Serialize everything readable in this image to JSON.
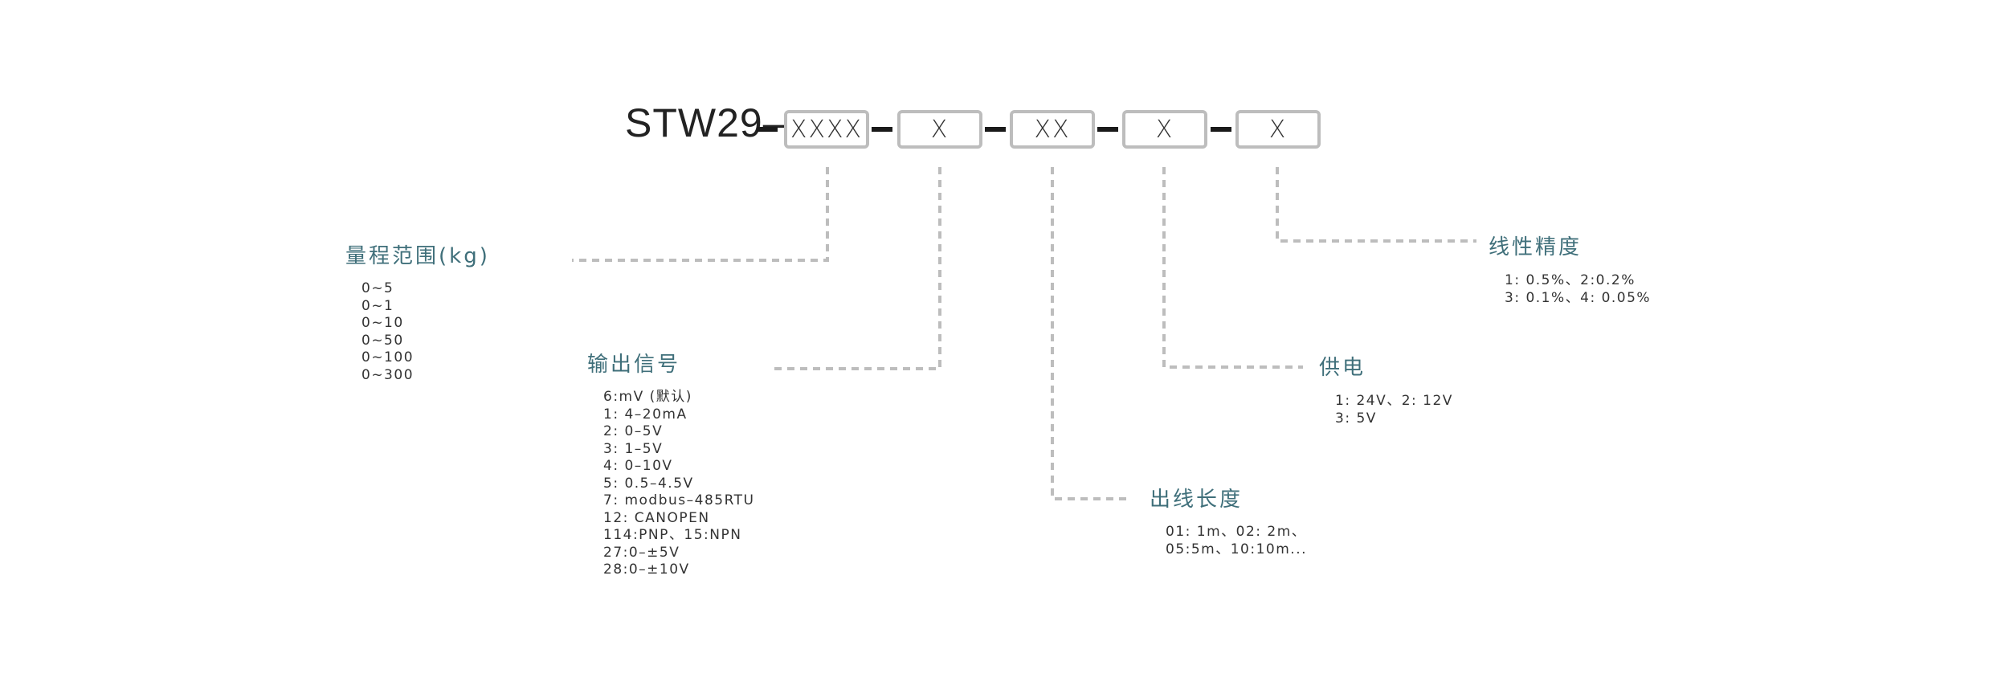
{
  "model": {
    "prefix": "STW29–",
    "segments": [
      {
        "code": "XXXX",
        "title": "量程范围(kg)",
        "options": [
          "0~5",
          "0~1",
          "0~10",
          "0~50",
          "0~100",
          "0~300"
        ]
      },
      {
        "code": "X",
        "title": "输出信号",
        "options": [
          "6:mV (默认)",
          "1: 4–20mA",
          "2: 0–5V",
          "3: 1–5V",
          "4: 0–10V",
          "5: 0.5–4.5V",
          "7: modbus–485RTU",
          "12: CANOPEN",
          "114:PNP、15:NPN",
          "27:0–±5V",
          "28:0–±10V"
        ]
      },
      {
        "code": "XX",
        "title": "出线长度",
        "options": [
          "01: 1m、02: 2m、",
          "05:5m、10:10m..."
        ]
      },
      {
        "code": "X",
        "title": "供电",
        "options": [
          "1: 24V、2: 12V",
          "3: 5V"
        ]
      },
      {
        "code": "X",
        "title": "线性精度",
        "options": [
          "1: 0.5%、2:0.2%",
          "3: 0.1%、4: 0.05%"
        ]
      }
    ]
  },
  "colors": {
    "title": "#3f6f7a",
    "text": "#333333",
    "box_border": "#bdbdbd",
    "connector": "#bdbdbd",
    "separator": "#1a1a1a"
  }
}
